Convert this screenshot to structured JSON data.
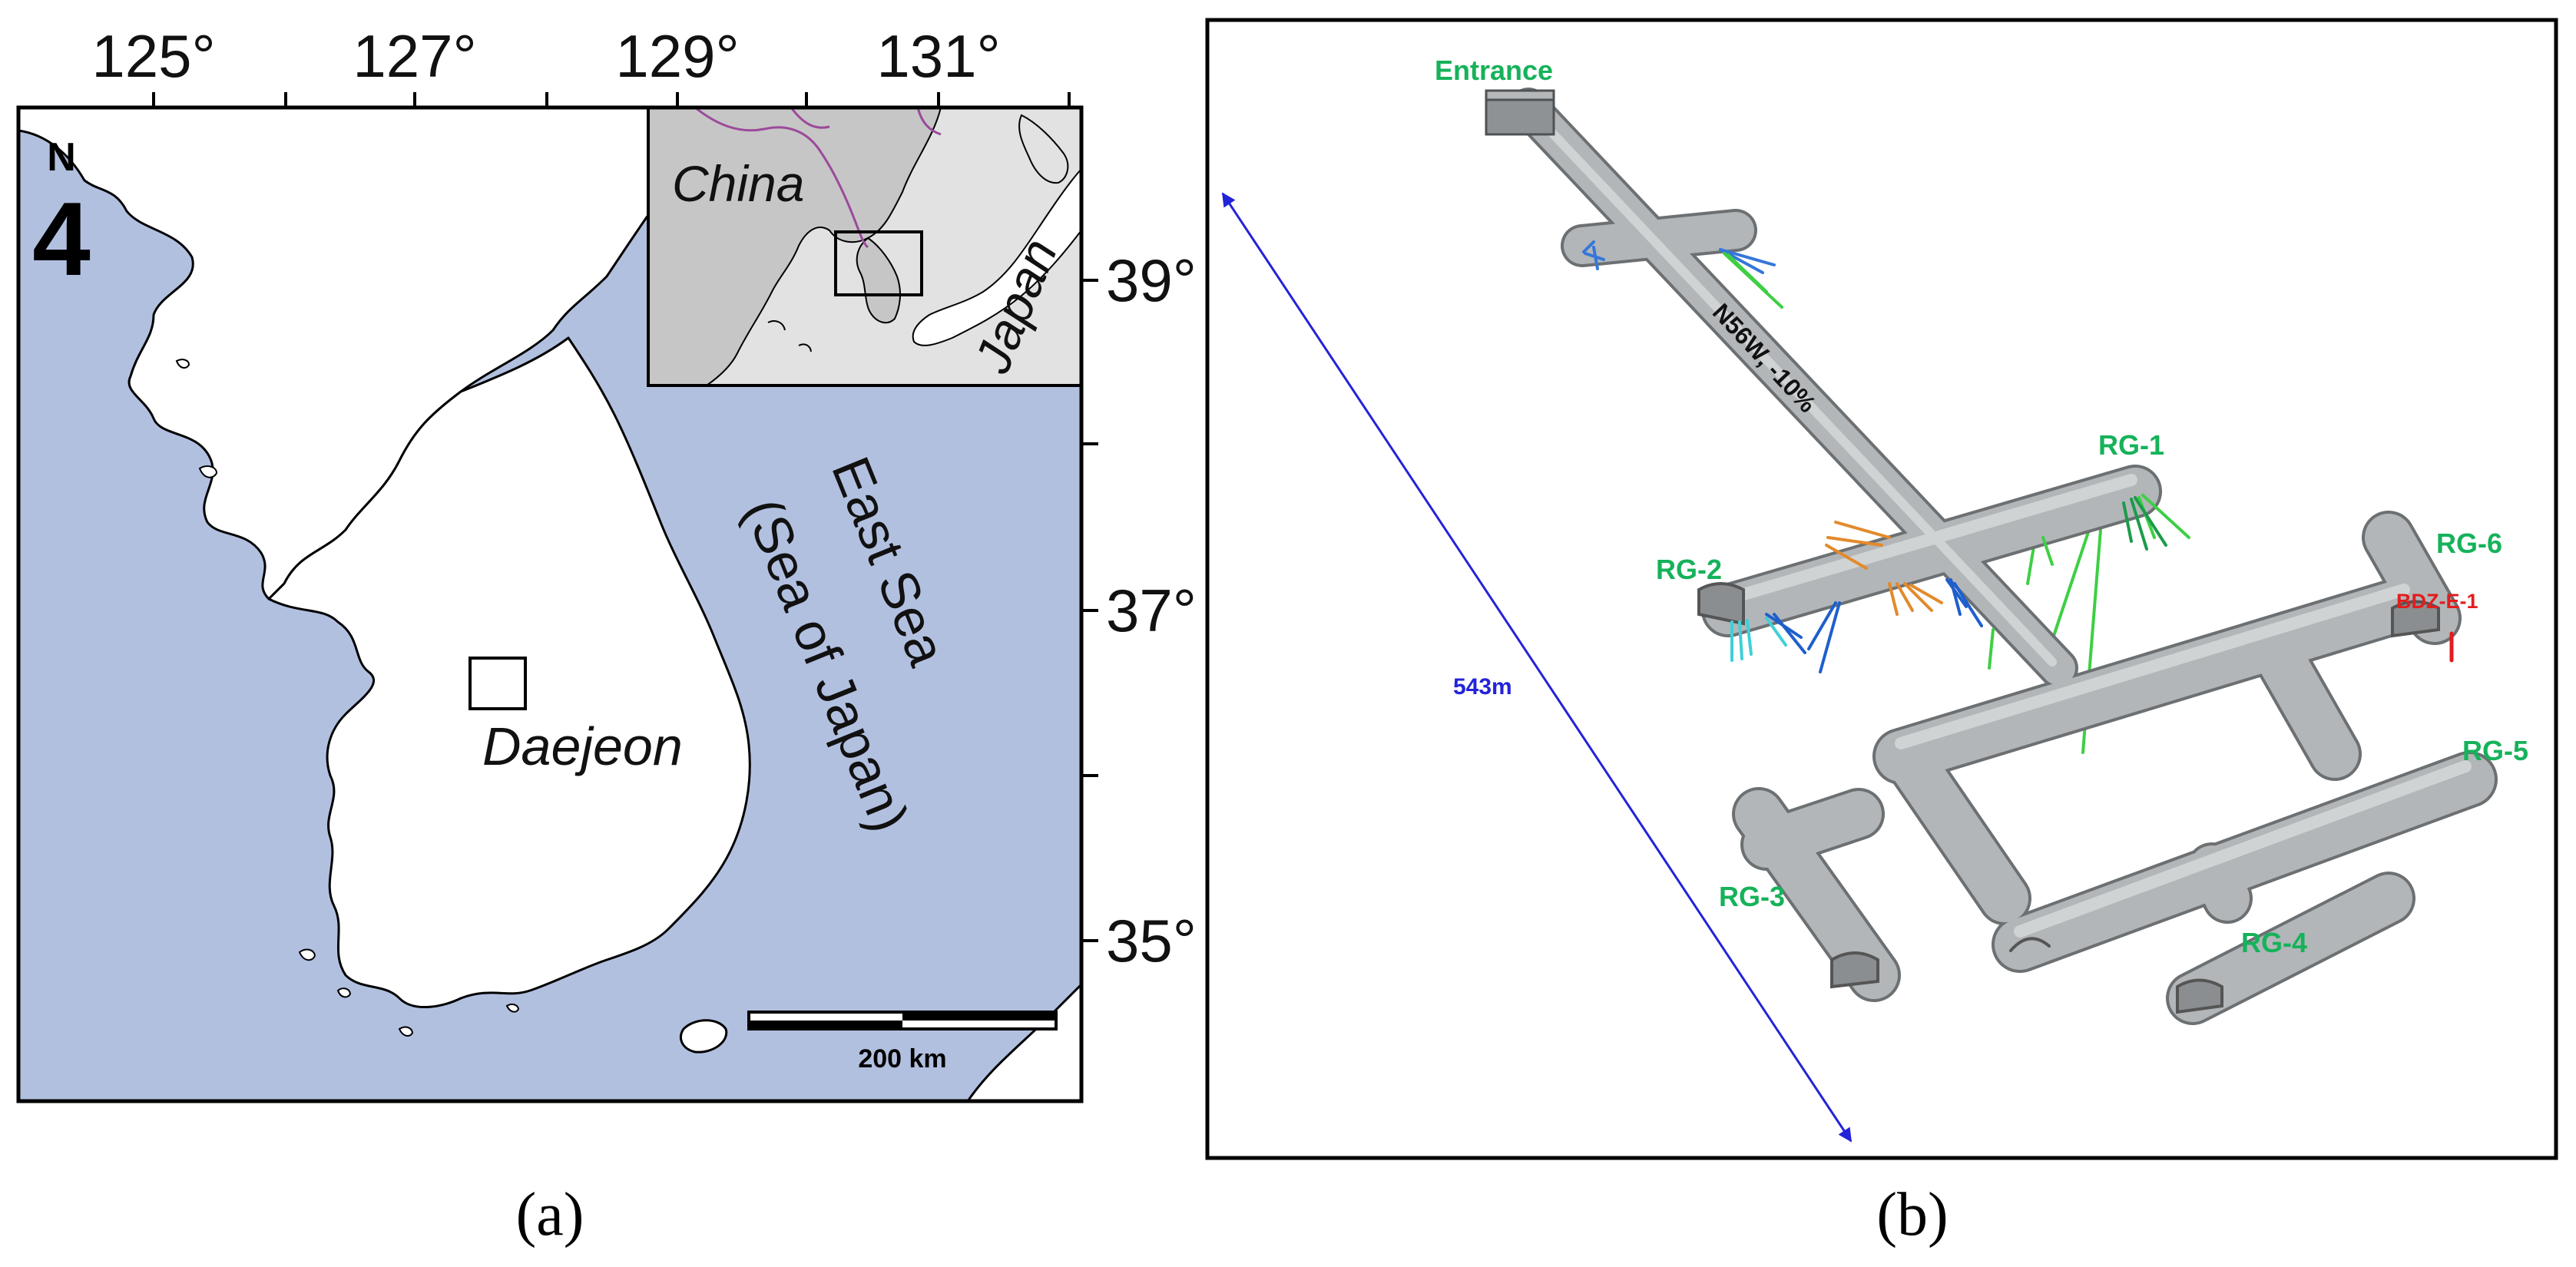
{
  "panel_a": {
    "caption": "(a)",
    "north_letter": "N",
    "north_number": "4",
    "lon_ticks": [
      "125°",
      "127°",
      "129°",
      "131°"
    ],
    "lat_ticks": [
      "39°",
      "37°",
      "35°"
    ],
    "place_labels": {
      "daejeon": "Daejeon",
      "east_sea": "East Sea",
      "sea_of_japan": "(Sea of Japan)"
    },
    "inset": {
      "china": "China",
      "japan": "Japan"
    },
    "scale_bar": "200 km",
    "colors": {
      "sea": "#b2c0e0",
      "land": "#ffffff",
      "inset_land": "#c6c6c6",
      "inset_border": "#9b4a9b"
    }
  },
  "panel_b": {
    "caption": "(b)",
    "labels": {
      "entrance": "Entrance",
      "tunnel": "N56W, -10%",
      "rg1": "RG-1",
      "rg2": "RG-2",
      "rg3": "RG-3",
      "rg4": "RG-4",
      "rg5": "RG-5",
      "rg6": "RG-6",
      "bdz": "BDZ-E-1",
      "length": "543m"
    },
    "colors": {
      "tunnel": "#a8acae",
      "label_green": "#16b25a",
      "label_red": "#e31c1c",
      "dimension": "#2323d9"
    }
  }
}
